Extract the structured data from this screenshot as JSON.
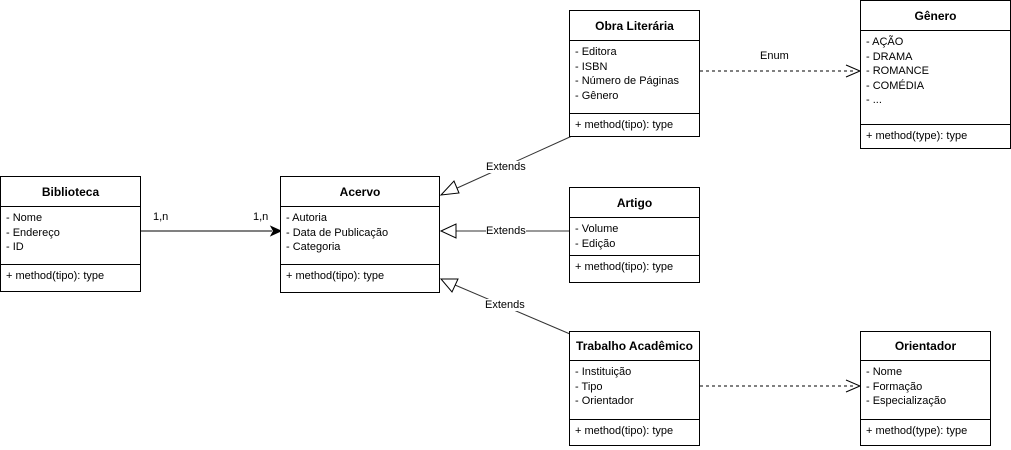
{
  "classes": {
    "biblioteca": {
      "name": "Biblioteca",
      "attributes": [
        "- Nome",
        "- Endereço",
        "- ID"
      ],
      "methods": [
        "+ method(tipo): type"
      ]
    },
    "acervo": {
      "name": "Acervo",
      "attributes": [
        "- Autoria",
        "- Data de Publicação",
        "- Categoria"
      ],
      "methods": [
        "+ method(tipo): type"
      ]
    },
    "obra": {
      "name": "Obra Literária",
      "attributes": [
        "- Editora",
        "- ISBN",
        "- Número de Páginas",
        "- Gênero"
      ],
      "methods": [
        "+ method(tipo): type"
      ]
    },
    "artigo": {
      "name": "Artigo",
      "attributes": [
        "- Volume",
        "- Edição"
      ],
      "methods": [
        "+ method(tipo): type"
      ]
    },
    "trabalho": {
      "name": "Trabalho Acadêmico",
      "attributes": [
        "- Instituição",
        "- Tipo",
        "- Orientador"
      ],
      "methods": [
        "+ method(tipo): type"
      ]
    },
    "genero": {
      "name": "Gênero",
      "attributes": [
        "- AÇÃO",
        "- DRAMA",
        "- ROMANCE",
        "- COMÉDIA",
        "- ..."
      ],
      "methods": [
        "+ method(type): type"
      ]
    },
    "orientador": {
      "name": "Orientador",
      "attributes": [
        "- Nome",
        "- Formação",
        "- Especialização"
      ],
      "methods": [
        "+ method(type): type"
      ]
    }
  },
  "relations": {
    "association": {
      "source_multiplicity": "1,n",
      "target_multiplicity": "1,n"
    },
    "extends_obra": "Extends",
    "extends_artigo": "Extends",
    "extends_trabalho": "Extends",
    "enum_label": "Enum"
  }
}
